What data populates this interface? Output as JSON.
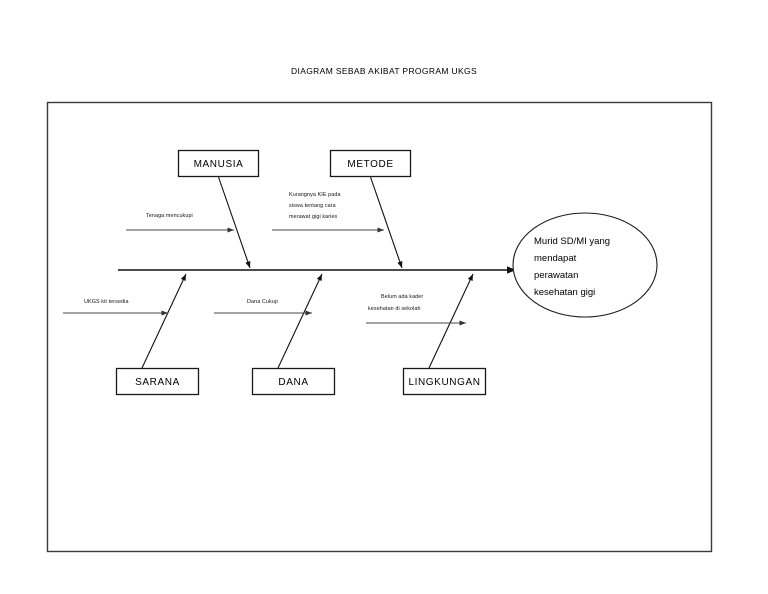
{
  "document": {
    "title": "DIAGRAM SEBAB AKIBAT PROGRAM UKGS"
  },
  "effect": {
    "lines": [
      "Murid  SD/MI  yang",
      "mendapat",
      "perawatan",
      "kesehatan gigi"
    ]
  },
  "categories": {
    "manusia": "MANUSIA",
    "metode": "METODE",
    "sarana": "SARANA",
    "dana": "DANA",
    "lingkungan": "LINGKUNGAN"
  },
  "causes": {
    "manusia": {
      "lines": [
        "Tenaga mencukupi"
      ]
    },
    "metode": {
      "lines": [
        "Kurangnya KIE pada",
        "siswa tentang cara",
        "merawat gigi karies"
      ]
    },
    "sarana": {
      "lines": [
        "UKGS kit tersedia"
      ]
    },
    "dana": {
      "lines": [
        "Dana Cukup"
      ]
    },
    "lingkungan": {
      "lines": [
        "Belum ada kader",
        "kesehatan di sekolah"
      ]
    }
  },
  "chart_data": {
    "type": "diagram",
    "diagram_type": "fishbone-ishikawa",
    "title": "DIAGRAM SEBAB AKIBAT PROGRAM UKGS",
    "effect": "Murid SD/MI yang mendapat perawatan kesehatan gigi",
    "bones": [
      {
        "category": "MANUSIA",
        "position": "top",
        "causes": [
          "Tenaga mencukupi"
        ]
      },
      {
        "category": "METODE",
        "position": "top",
        "causes": [
          "Kurangnya KIE pada siswa tentang cara merawat gigi karies"
        ]
      },
      {
        "category": "SARANA",
        "position": "bottom",
        "causes": [
          "UKGS kit tersedia"
        ]
      },
      {
        "category": "DANA",
        "position": "bottom",
        "causes": [
          "Dana Cukup"
        ]
      },
      {
        "category": "LINGKUNGAN",
        "position": "bottom",
        "causes": [
          "Belum ada kader kesehatan di sekolah"
        ]
      }
    ]
  },
  "colors": {
    "background": "#ffffff",
    "stroke": "#111111",
    "frame": "#3a3a3a",
    "text": "#000000"
  }
}
